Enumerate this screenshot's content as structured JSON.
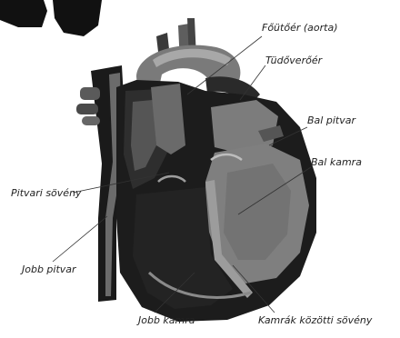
{
  "labels": {
    "aorta": "Főütőér (aorta)",
    "pulmonary_artery": "Tüdőverőér",
    "left_atrium": "Bal pitvar",
    "left_ventricle": "Bal kamra",
    "atrial_septum": "Pitvari sövény",
    "right_atrium": "Jobb pitvar",
    "right_ventricle": "Jobb kamra",
    "ventricular_septum": "Kamrák közötti sövény"
  }
}
